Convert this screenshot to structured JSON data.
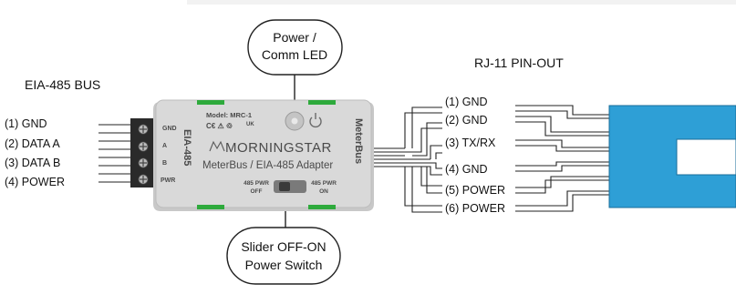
{
  "headers": {
    "bus": "EIA-485 BUS",
    "rj11": "RJ-11 PIN-OUT"
  },
  "callouts": {
    "led_line1": "Power /",
    "led_line2": "Comm LED",
    "switch_line1": "Slider OFF-ON",
    "switch_line2": "Power Switch"
  },
  "bus_pins": [
    "(1) GND",
    "(2) DATA A",
    "(3) DATA B",
    "(4) POWER"
  ],
  "rj11_pins": [
    "(1) GND",
    "(2) GND",
    "(3) TX/RX",
    "(4) GND",
    "(5) POWER",
    "(6) POWER"
  ],
  "device": {
    "model": "Model: MRC-1",
    "brand": "MORNINGSTAR",
    "product": "MeterBus / EIA-485 Adapter",
    "side_left": "EIA-485",
    "side_right": "MeterBus",
    "terminal_labels": [
      "GND",
      "A",
      "B",
      "PWR"
    ],
    "switch_off_1": "485 PWR",
    "switch_off_2": "OFF",
    "switch_on_1": "485 PWR",
    "switch_on_2": "ON"
  },
  "colors": {
    "rj11_body": "#2e9fd6",
    "device_body": "#d6d6d6",
    "led_green": "#2eaa3c"
  }
}
